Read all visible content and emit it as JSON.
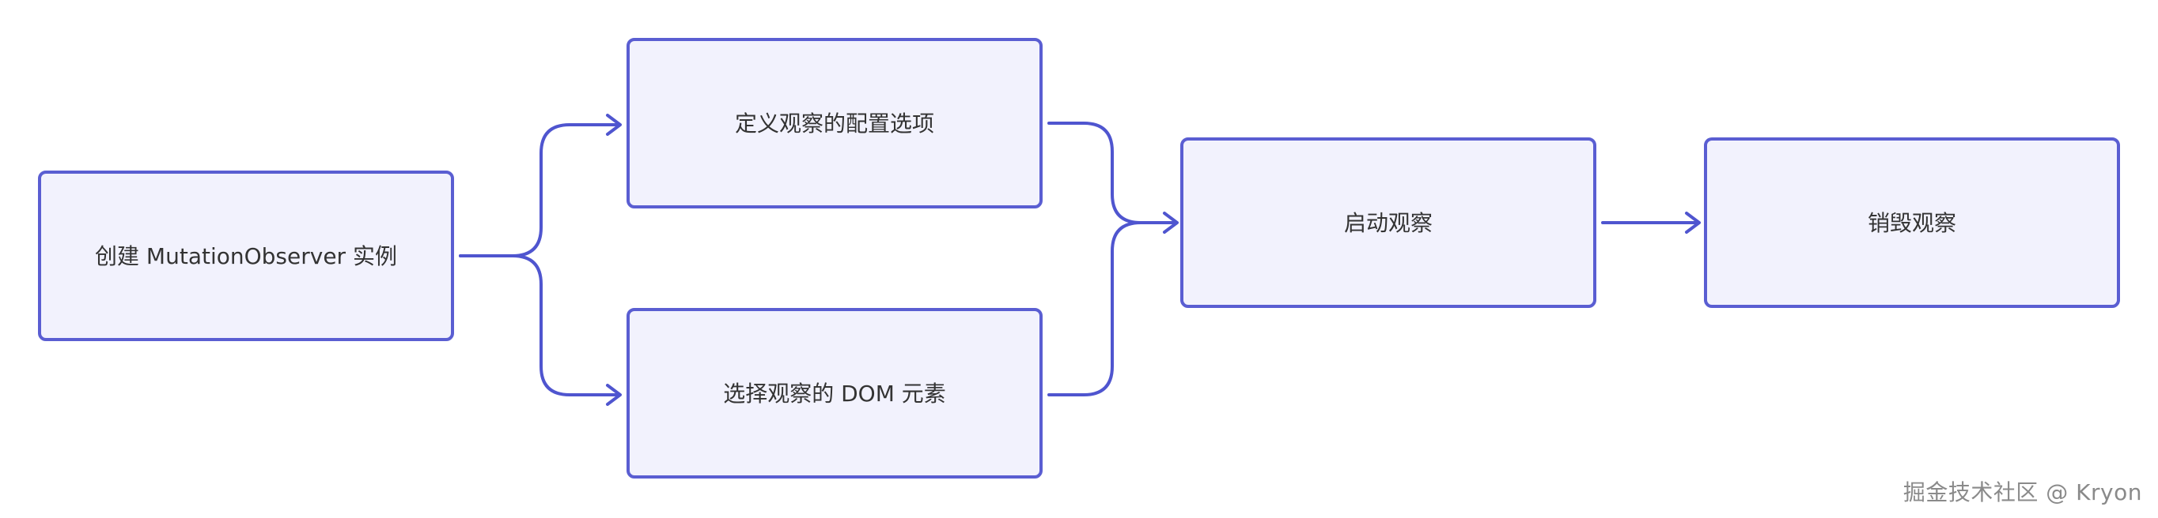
{
  "nodes": [
    {
      "id": "create",
      "label": "创建 MutationObserver 实例"
    },
    {
      "id": "config",
      "label": "定义观察的配置选项"
    },
    {
      "id": "select",
      "label": "选择观察的 DOM 元素"
    },
    {
      "id": "start",
      "label": "启动观察"
    },
    {
      "id": "destroy",
      "label": "销毁观察"
    }
  ],
  "edges": [
    {
      "from": "create",
      "to": "config"
    },
    {
      "from": "create",
      "to": "select"
    },
    {
      "from": "config",
      "to": "start"
    },
    {
      "from": "select",
      "to": "start"
    },
    {
      "from": "start",
      "to": "destroy"
    }
  ],
  "watermark": "掘金技术社区 @ Kryon",
  "colors": {
    "node_fill": "#f2f2fd",
    "node_stroke": "#5a5ed2",
    "edge": "#4f55cf",
    "text": "#333333",
    "watermark": "#8a8a8a"
  }
}
